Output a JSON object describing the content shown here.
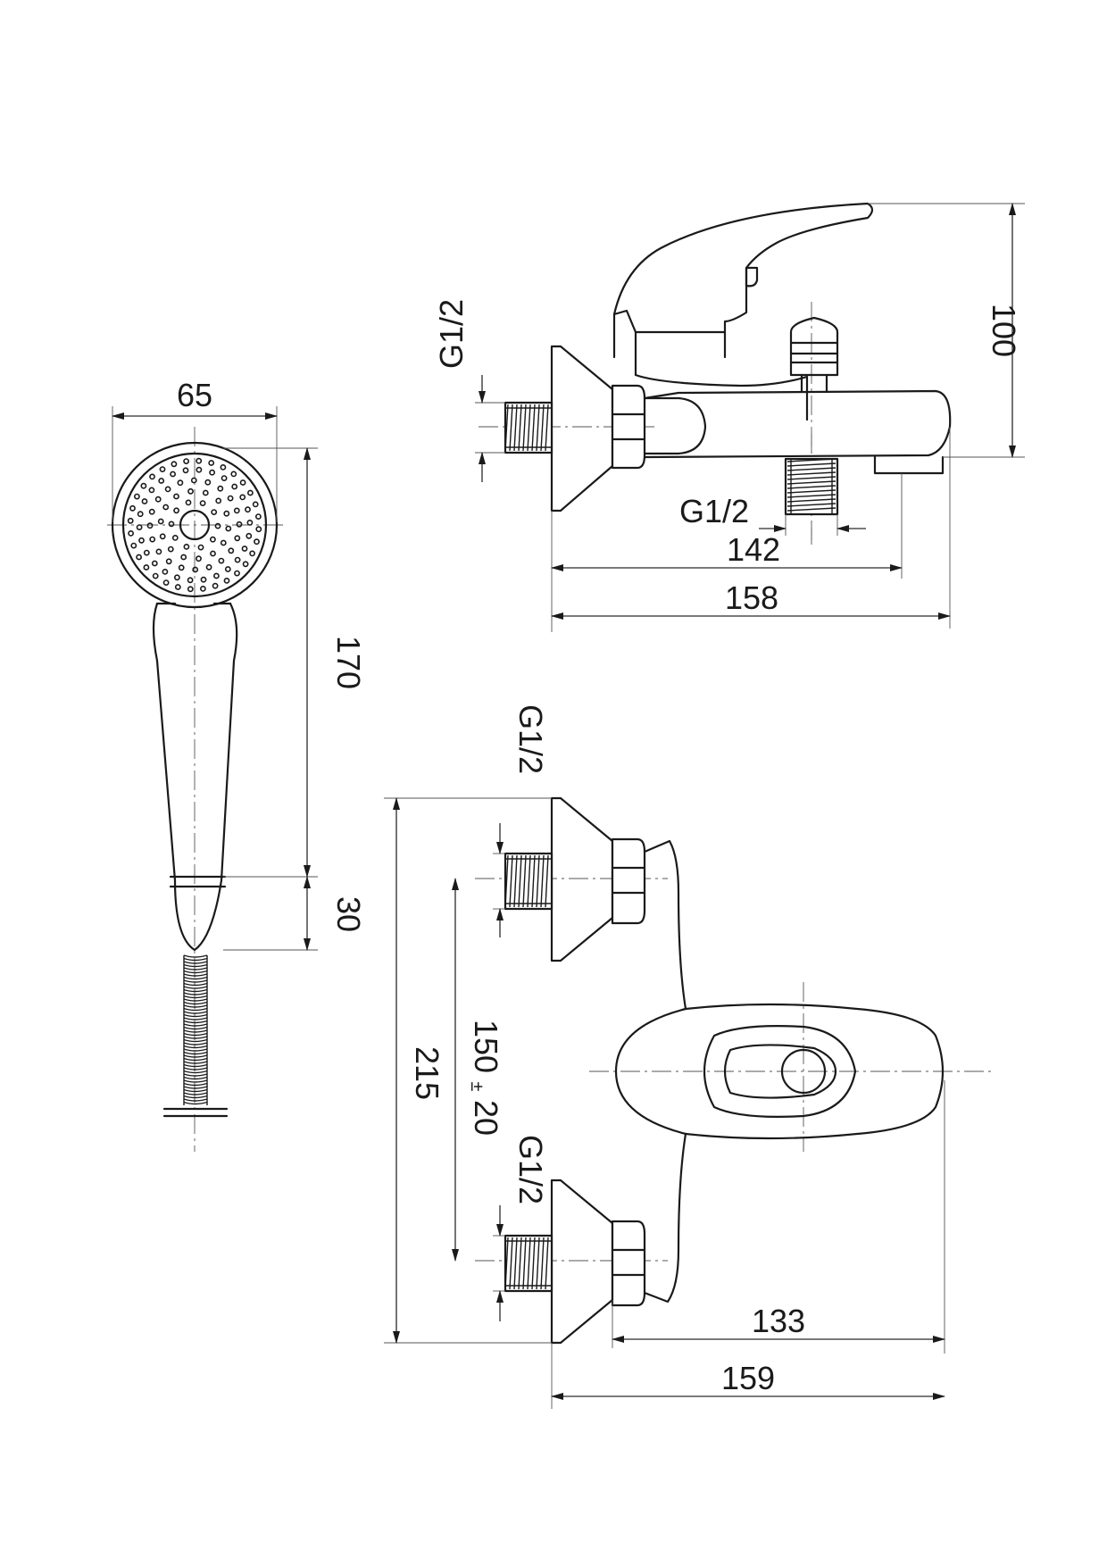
{
  "drawing": {
    "shower_head": {
      "width": "65",
      "length": "170",
      "collar": "30"
    },
    "side_view": {
      "height": "100",
      "inlet_thread": "G1/2",
      "outlet_thread": "G1/2",
      "depth_to_outlet": "142",
      "overall_depth": "158"
    },
    "top_view": {
      "upper_thread": "G1/2",
      "lower_thread": "G1/2",
      "centers_main": "150",
      "centers_tol": "20",
      "overall_height": "215",
      "body_length": "133",
      "overall_length": "159"
    }
  }
}
